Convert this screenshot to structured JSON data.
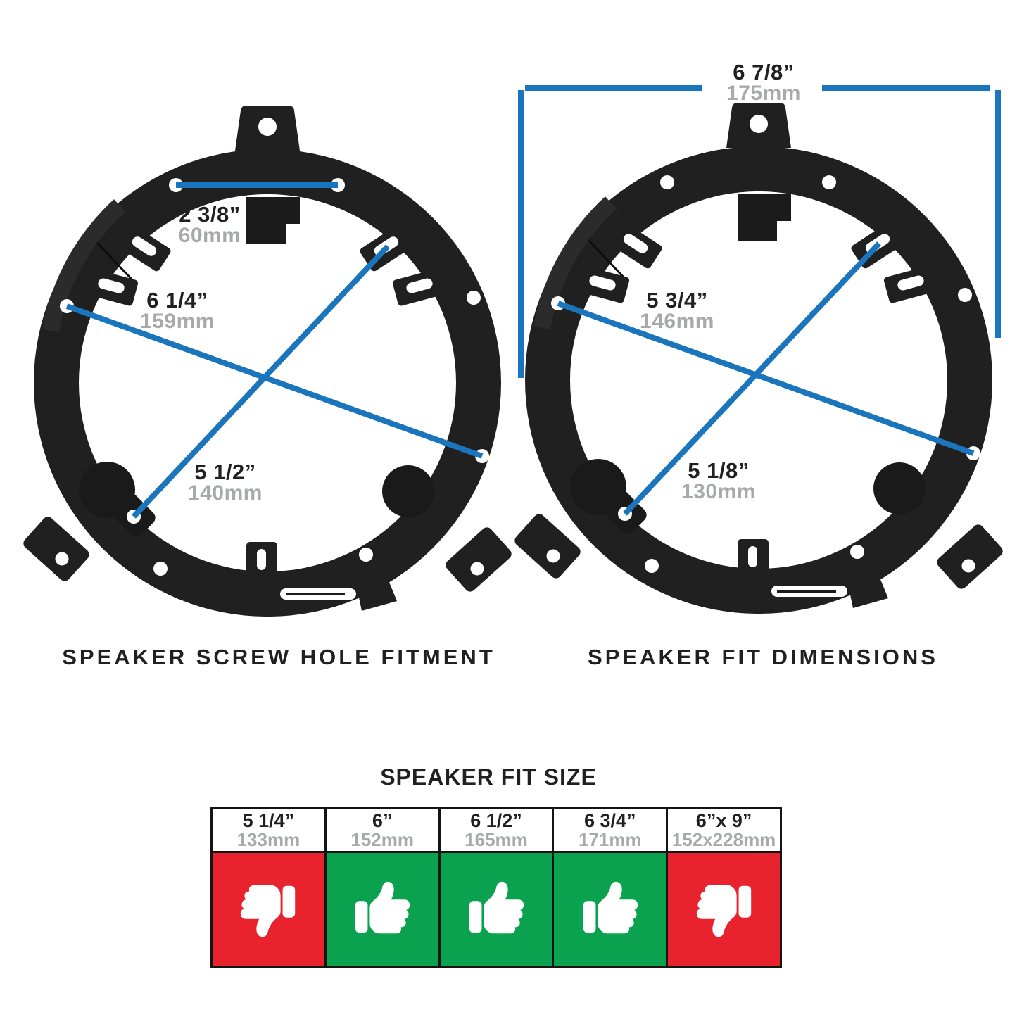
{
  "colors": {
    "dimension_blue": "#1b75bc",
    "fit_yes_green": "#0ba24f",
    "fit_no_red": "#e8232e",
    "secondary_gray": "#a7a9ab",
    "text_ink": "#221f20",
    "ring_black": "#212020"
  },
  "left_diagram": {
    "caption": "SPEAKER SCREW HOLE FITMENT",
    "measurements": [
      {
        "name": "top-screw-hole-spacing",
        "inches": "2 3/8”",
        "mm": "60mm"
      },
      {
        "name": "long-diagonal-screw-spacing",
        "inches": "6 1/4”",
        "mm": "159mm"
      },
      {
        "name": "short-diagonal-screw-spacing",
        "inches": "5 1/2”",
        "mm": "140mm"
      }
    ]
  },
  "right_diagram": {
    "caption": "SPEAKER FIT DIMENSIONS",
    "measurements": [
      {
        "name": "overall-width",
        "inches": "6 7/8”",
        "mm": "175mm"
      },
      {
        "name": "long-fit-diagonal",
        "inches": "5 3/4”",
        "mm": "146mm"
      },
      {
        "name": "short-fit-diagonal",
        "inches": "5 1/8”",
        "mm": "130mm"
      }
    ]
  },
  "fit_table": {
    "title": "SPEAKER FIT SIZE",
    "columns": [
      {
        "inches": "5 1/4”",
        "mm": "133mm",
        "fit": "no"
      },
      {
        "inches": "6”",
        "mm": "152mm",
        "fit": "yes"
      },
      {
        "inches": "6 1/2”",
        "mm": "165mm",
        "fit": "yes"
      },
      {
        "inches": "6 3/4”",
        "mm": "171mm",
        "fit": "yes"
      },
      {
        "inches": "6”x 9”",
        "mm": "152x228mm",
        "fit": "no"
      }
    ],
    "icons": {
      "fit_yes": "thumbs-up",
      "fit_no": "thumbs-down"
    }
  }
}
